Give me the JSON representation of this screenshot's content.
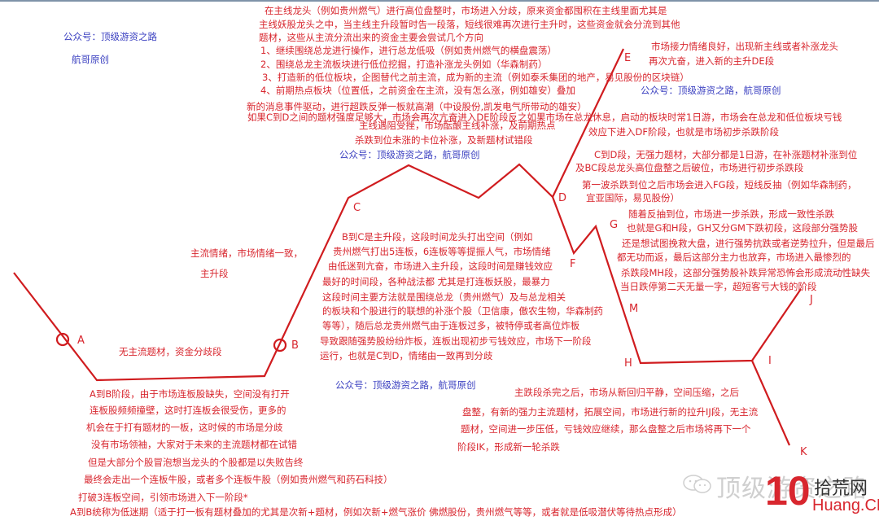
{
  "credits": {
    "account": "公众号：顶级游资之路",
    "author": "航哥原创",
    "combined": "公众号：顶级游资之路，航哥原创"
  },
  "points": {
    "A": "A",
    "B": "B",
    "C": "C",
    "D": "D",
    "E": "E",
    "F": "F",
    "G": "G",
    "M": "M",
    "H": "H",
    "I": "I",
    "J": "J",
    "K": "K"
  },
  "top_block": [
    "在主线龙头（例如贵州燃气）进行高位盘整时，市场进入分歧，原来资金都囤积在主线里面尤其是",
    "主线妖股龙头之中，当主线主升段暂时告一段落，短线很难再次进行主升时，这些资金就会分流到其他",
    "题材，这些从主流分流出来的资金主要会尝试几个方向",
    "1、继续围绕总龙进行操作，进行总龙低吸（例如贵州燃气的横盘震荡）",
    "2、围绕总龙主流板块进行低位挖掘，打造补涨龙头例如（华森制药）",
    "3、打造新的低位板块，企图替代之前主流，成为新的主流（例如泰禾集团的地产，易见股份的区块链）",
    "4、前期热点板块（位置低，之前资金在主流，没有怎么涨，例如雄安）叠加",
    "新的消息事件驱动，进行超跌反弹一板就高潮（中设股份,凯发电气所带动的雄安）"
  ],
  "cd_overlap": {
    "line1": "如果C到D之间的题材强度足够大，市场会再次亢奋进入DE阶段反之如果市场在总龙休息，启动的板块时常1日游，市场会在总龙和低位板块亏钱",
    "line2": "主线遇阻受挫，市场酝酿主线补涨，及前期热点",
    "line3": "效应下进入DF阶段，也就是市场初步杀跌阶段",
    "line4": "杀跌到位未涨的卡位补涨，及新题材试错段"
  },
  "de_note": [
    "市场接力情绪良好，出现新主线或者补涨龙头",
    "再次亢奋，进入新的主升DE段"
  ],
  "cd_note": [
    "C到D段，无强力题材，大部分都是1日游，在补涨题材补涨到位",
    "及BC段总龙头高位盘整之后破位，市场进行初步杀跌段"
  ],
  "fg_note": [
    "第一波杀跌到位之后市场会进入FG段，短线反抽（例如华森制药，",
    "宜亚国际，易见股份）"
  ],
  "gh_note": [
    "随着反抽到位，市场进一步杀跌，形成一致性杀跌",
    "也就是G和H段，GH又分GM下跌初段，这段部分强势股",
    "还是想试图挽救大盘，进行强势抗跌或者逆势拉升，但是最后",
    "都无功而返，最后这部分主力也放弃，市场进入最惨烈的",
    "杀跌段MH段，这部分强势股补跌异常恐怖会形成流动性缺失",
    "当日跌停第二天无量一字，超短客亏大钱的阶段"
  ],
  "main_rise_note": [
    "主流情绪，市场情绪一致，",
    "主升段"
  ],
  "bc_note": [
    "B到C是主升段，这段时间龙头打出空间（例如",
    "贵州燃气打出5连板，6连板等等提振人气，市场情绪",
    "由低迷到亢奋，市场进入主升段，这段时间是赚钱效应",
    "最好的时间段，各种战法都 尤其是打连板妖股，最暴力",
    "这段时间主要方法就是围绕总龙（贵州燃气）及与总龙相关",
    "的板块和个股进行的联想的补涨个股（卫信康，傲农生物，华森制药",
    "等等），随后总龙贵州燃气由于连板过多，被特停或者高位炸板",
    "导致跟随强势股纷纷炸板，连板出现初步亏钱效应，市场下一阶段",
    "运行，也就是C到D，情绪由一致再到分歧"
  ],
  "ab_divergence": "无主流题材，资金分歧段",
  "ab_note": [
    "A到B阶段，由于市场连板股缺失，空间没有打开",
    "连板股频频撞壁，这时打连板会很受伤，更多的",
    "机会在于打有题材的一板，这时候的市场是分歧",
    "没有市场领袖，大家对于未来的主流题材都在试错",
    "但是大部分个股冒泡想当龙头的个股都是以失败告终",
    "最终会走出一个连板牛股，或者多个连板牛股（例如贵州燃气和药石科技）",
    "打破3连板空间，引领市场进入下一阶段*",
    "A到B统称为低迷期（适于打一板有题材叠加的尤其是次新+题材，例如次新+燃气涨价 佛燃股份，贵州燃气等等，或者就是低吸潜伏等待热点形成）"
  ],
  "ijk_note": [
    "主跌段杀完之后，市场从新回归平静，空间压缩，之后",
    "盘整，有新的强力主流题材，拓展空间，市场进行新的拉升IJ段，无主流",
    "题材，空间进一步压低，亏钱效应继续，那么盘整之后市场将再下一个",
    "阶段IK，形成新一轮杀跌"
  ],
  "watermark": {
    "wechat_text": "顶级游资之路",
    "logo_number": "10",
    "logo_cn": "拾荒网",
    "logo_en": "Huang.CN"
  },
  "colors": {
    "line": "#d01c1f",
    "text_red": "#d8262e",
    "text_blue": "#3a3fc0"
  }
}
